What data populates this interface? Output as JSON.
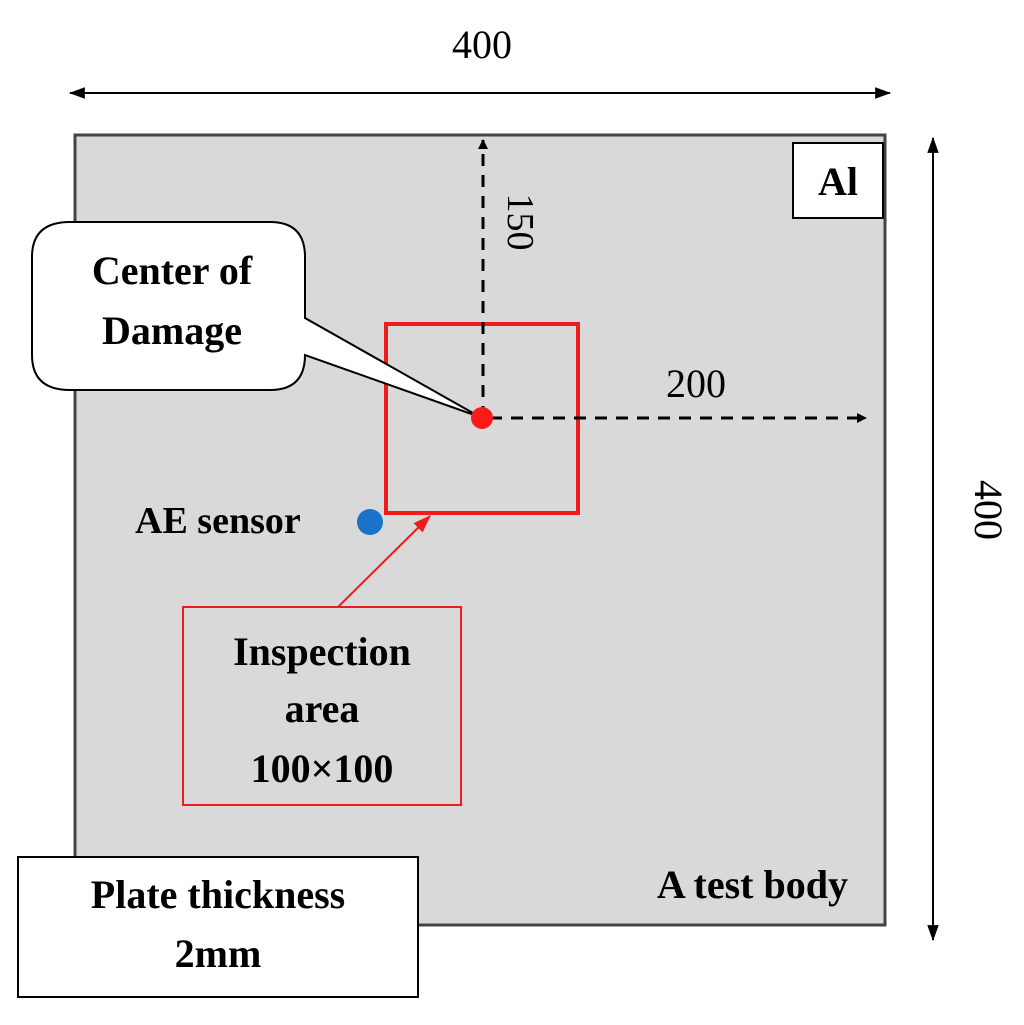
{
  "dimensions": {
    "top_width": "400",
    "right_height": "400",
    "vertical_offset": "150",
    "horizontal_offset": "200"
  },
  "labels": {
    "material": "Al",
    "center_of_damage_line1": "Center of",
    "center_of_damage_line2": "Damage",
    "ae_sensor": "AE sensor",
    "inspection_line1": "Inspection",
    "inspection_line2": "area",
    "inspection_line3": "100×100",
    "test_body": "A test body",
    "plate_thickness_line1": "Plate thickness",
    "plate_thickness_line2": "2mm"
  },
  "colors": {
    "plate_fill": "#d9d9d9",
    "inspection_red": "#ee1c1c",
    "damage_dot": "#ff1a1a",
    "sensor_dot": "#1a73c8"
  }
}
